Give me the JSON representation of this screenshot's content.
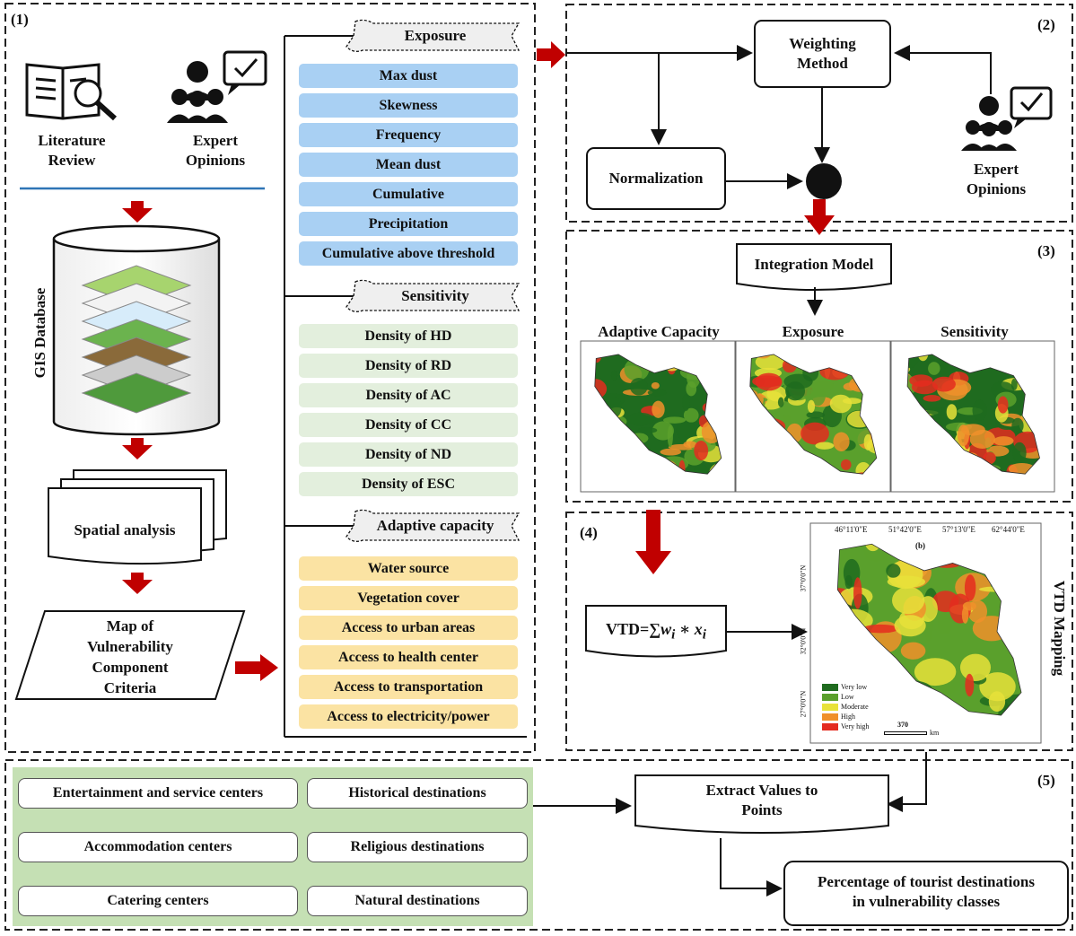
{
  "sections": {
    "s1": "(1)",
    "s2": "(2)",
    "s3": "(3)",
    "s4": "(4)",
    "s5": "(5)"
  },
  "left": {
    "literature_review": "Literature\nReview",
    "expert_opinions": "Expert\nOpinions",
    "gis_database": "GIS Database",
    "spatial_analysis": "Spatial analysis",
    "map_criteria": "Map of\nVulnerability\nComponent\nCriteria"
  },
  "exposure": {
    "title": "Exposure",
    "items": [
      "Max dust",
      "Skewness",
      "Frequency",
      "Mean dust",
      "Cumulative",
      "Precipitation",
      "Cumulative above threshold"
    ]
  },
  "sensitivity": {
    "title": "Sensitivity",
    "items": [
      "Density of HD",
      "Density of RD",
      "Density of AC",
      "Density of CC",
      "Density of ND",
      "Density of ESC"
    ]
  },
  "adaptive": {
    "title": "Adaptive capacity",
    "items": [
      "Water source",
      "Vegetation cover",
      "Access to urban areas",
      "Access to health center",
      "Access to transportation",
      "Access to electricity/power"
    ]
  },
  "section2": {
    "weighting": "Weighting\nMethod",
    "normalization": "Normalization",
    "expert_opinions": "Expert\nOpinions"
  },
  "section3": {
    "integration": "Integration Model",
    "map_titles": [
      "Adaptive Capacity",
      "Exposure",
      "Sensitivity"
    ],
    "legend": [
      "Very low",
      "Low",
      "Moderate",
      "High",
      "Very high"
    ],
    "colors": {
      "very_low": "#1f6b1f",
      "low": "#5aa02c",
      "moderate": "#e8e23a",
      "high": "#f0902a",
      "very_high": "#e42b1f"
    }
  },
  "section4": {
    "formula_prefix": "VTD=",
    "formula_sum": "∑",
    "formula_w": "w",
    "formula_wi": "i",
    "formula_op": " ∗ ",
    "formula_x": "x",
    "formula_xi": "i",
    "vtd_mapping": "VTD Mapping",
    "map_panel": "(b)",
    "coords_top": [
      "46°11'0\"E",
      "51°42'0\"E",
      "57°13'0\"E",
      "62°44'0\"E"
    ],
    "coords_left": [
      "37°0'0\"N",
      "32°0'0\"N",
      "27°0'0\"N"
    ],
    "scale_value": "370",
    "scale_unit": "km"
  },
  "section5": {
    "destinations": [
      "Entertainment and service centers",
      "Historical destinations",
      "Accommodation centers",
      "Religious destinations",
      "Catering centers",
      "Natural destinations"
    ],
    "extract": "Extract Values to\nPoints",
    "percentage": "Percentage of tourist destinations\nin vulnerability classes"
  }
}
